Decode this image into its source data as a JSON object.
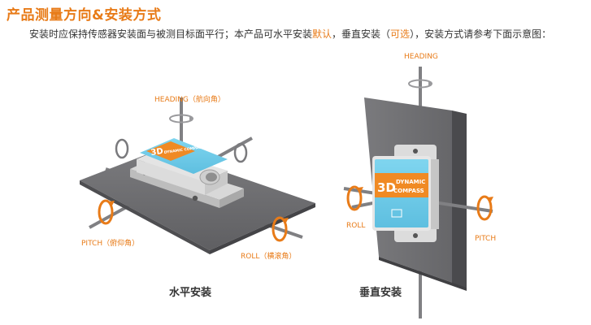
{
  "heading": "产品测量方向&安装方式",
  "description": {
    "part1": "安装时应保持传感器安装面与被测目标面平行；本产品可水平安装",
    "default_word": "默认",
    "part2": "，垂直安装（",
    "optional_word": "可选",
    "part3": "），安装方式请参考下面示意图："
  },
  "horizontal": {
    "heading_label": "HEADING（航向角）",
    "pitch_label": "PITCH（俯仰角）",
    "roll_label": "ROLL（横滚角）",
    "caption": "水平安装",
    "box_text_main": "3D",
    "box_text_sub": "DYNAMIC COMPASS"
  },
  "vertical": {
    "heading_label": "HEADING",
    "roll_label": "ROLL",
    "pitch_label": "PITCH",
    "caption": "垂直安装",
    "box_text_main": "3D",
    "box_text_line1": "DYNAMIC",
    "box_text_line2": "COMPASS"
  },
  "colors": {
    "accent": "#e87b18",
    "box_blue": "#6ccbe8",
    "box_orange": "#f08a24",
    "plate": "#6f6f72"
  }
}
